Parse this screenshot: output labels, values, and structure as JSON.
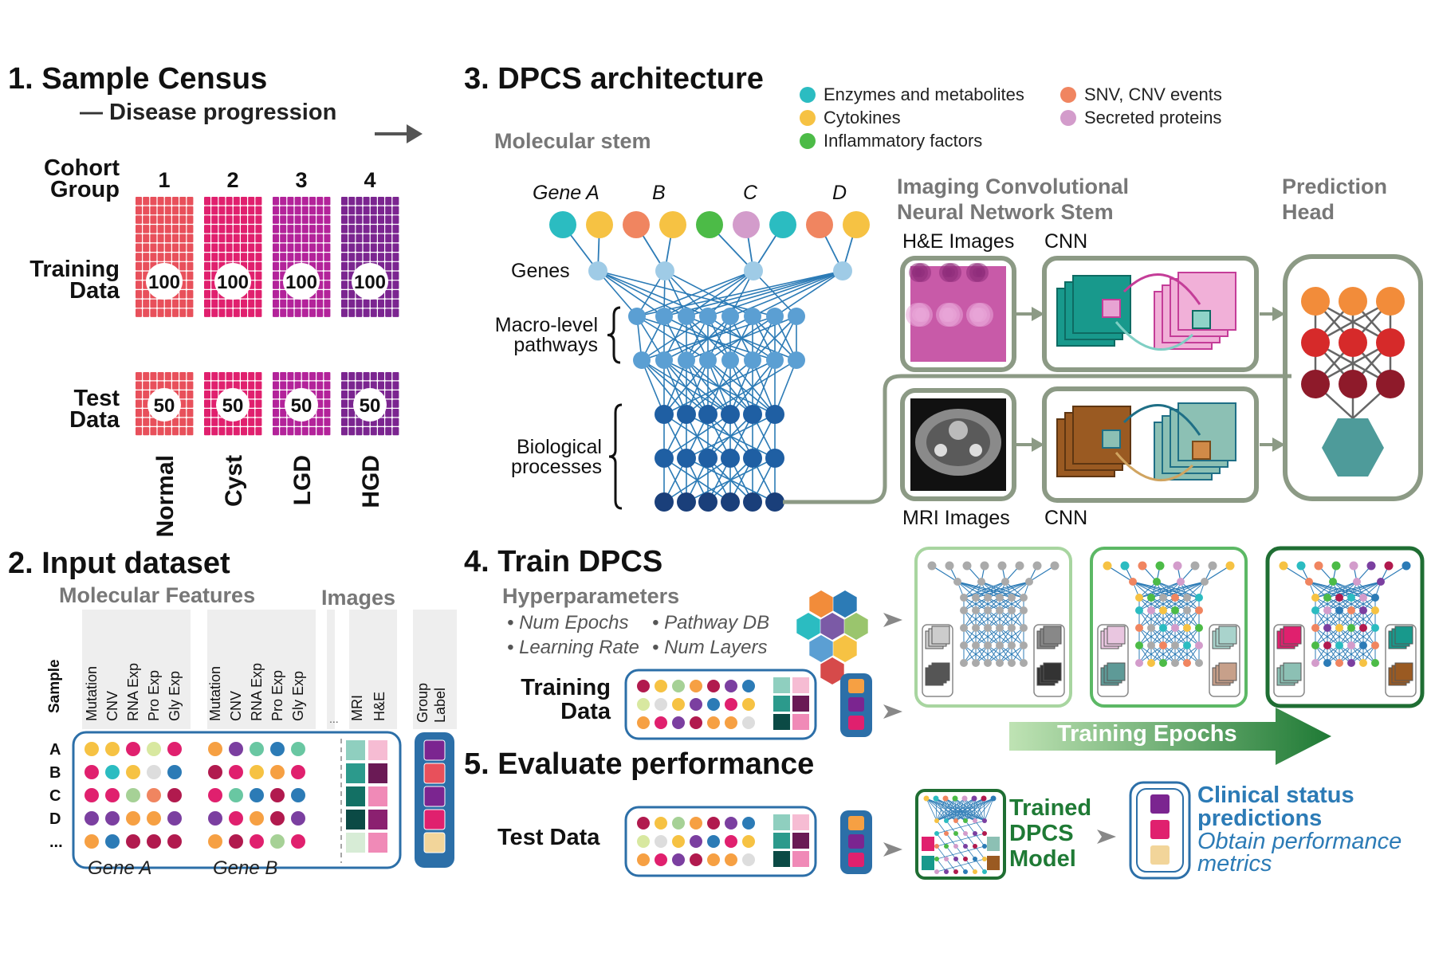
{
  "colors": {
    "normal": "#e8505b",
    "cyst": "#e0206e",
    "lgd": "#b3239a",
    "hgd": "#7b2590",
    "enzymes": "#2bbcc1",
    "cytokines": "#f6c243",
    "inflammatory": "#4cbb47",
    "snv": "#f08560",
    "secreted": "#d39ccb",
    "frame": "#8c9a85",
    "blue": "#2c7bb6"
  },
  "panel1": {
    "title": "1.  Sample Census",
    "progression": "Disease progression",
    "cohort_label_line1": "Cohort",
    "cohort_label_line2": "Group",
    "training_line1": "Training",
    "training_line2": "Data",
    "test_line1": "Test",
    "test_line2": "Data",
    "groups": [
      {
        "num": "1",
        "name": "Normal",
        "train": "100",
        "test": "50"
      },
      {
        "num": "2",
        "name": "Cyst",
        "train": "100",
        "test": "50"
      },
      {
        "num": "3",
        "name": "LGD",
        "train": "100",
        "test": "50"
      },
      {
        "num": "4",
        "name": "HGD",
        "train": "100",
        "test": "50"
      }
    ]
  },
  "panel2": {
    "title": "2. Input dataset",
    "molecular": "Molecular Features",
    "images": "Images",
    "sample": "Sample",
    "features_a": [
      "Mutation",
      "CNV",
      "RNA Exp",
      "Pro Exp",
      "Gly Exp"
    ],
    "features_b": [
      "Mutation",
      "CNV",
      "RNA Exp",
      "Pro Exp",
      "Gly Exp"
    ],
    "ellipsis": "...",
    "image_cols": [
      "MRI",
      "H&E"
    ],
    "group_label": "Group Label",
    "rows": [
      "A",
      "B",
      "C",
      "D",
      "..."
    ],
    "gene_a": "Gene A",
    "gene_b": "Gene B"
  },
  "panel3": {
    "title": "3. DPCS architecture",
    "molecular_stem": "Molecular stem",
    "gene_labels": [
      "Gene A",
      "B",
      "C",
      "D"
    ],
    "genes": "Genes",
    "macro_line1": "Macro-level",
    "macro_line2": "pathways",
    "bio_line1": "Biological",
    "bio_line2": "processes",
    "imaging_line1": "Imaging Convolutional",
    "imaging_line2": "Neural Network Stem",
    "he_images": "H&E Images",
    "mri_images": "MRI Images",
    "cnn": "CNN",
    "prediction_line1": "Prediction",
    "prediction_line2": "Head",
    "legend": [
      {
        "label": "Enzymes and metabolites",
        "color": "#2bbcc1"
      },
      {
        "label": "Cytokines",
        "color": "#f6c243"
      },
      {
        "label": "Inflammatory factors",
        "color": "#4cbb47"
      },
      {
        "label": "SNV, CNV events",
        "color": "#f08560"
      },
      {
        "label": "Secreted proteins",
        "color": "#d39ccb"
      }
    ]
  },
  "panel4": {
    "title": "4. Train DPCS",
    "hyperparameters": "Hyperparameters",
    "hp_items": [
      "• Num Epochs",
      "• Pathway DB",
      "• Learning Rate",
      "• Num Layers"
    ],
    "training_line1": "Training",
    "training_line2": "Data",
    "epochs": "Training Epochs"
  },
  "panel5": {
    "title": "5. Evaluate performance",
    "test_data": "Test Data",
    "trained_line1": "Trained",
    "trained_line2": "DPCS",
    "trained_line3": "Model",
    "clinical_line1": "Clinical status",
    "clinical_line2": "predictions",
    "metrics_line1": "Obtain performance",
    "metrics_line2": "metrics"
  }
}
